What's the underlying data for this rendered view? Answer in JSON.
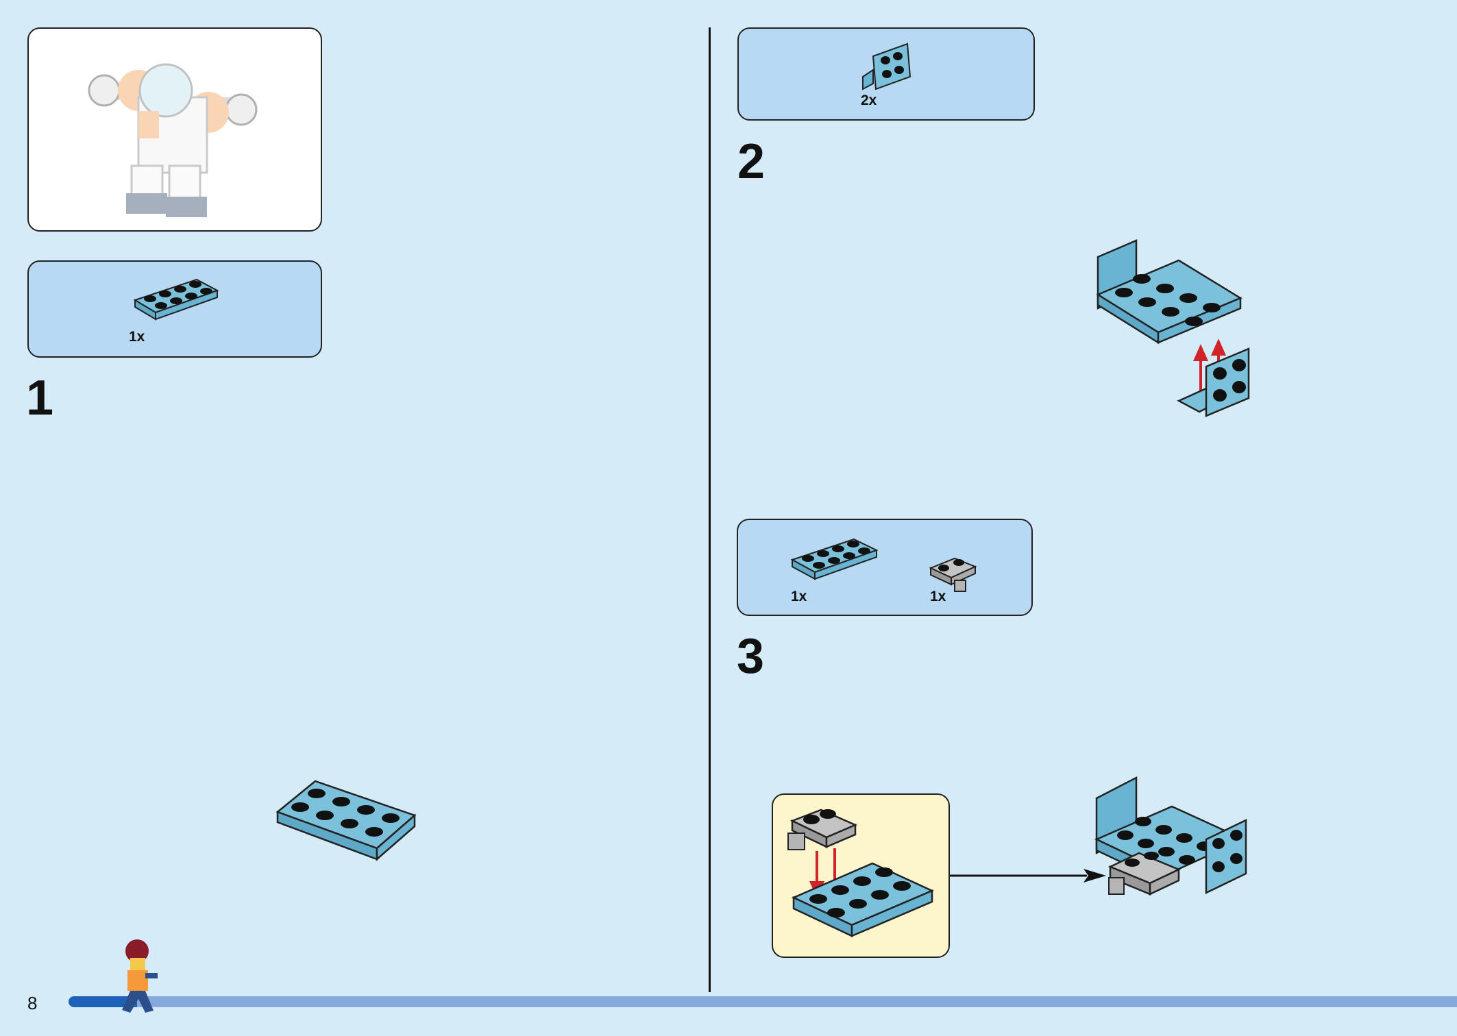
{
  "page_number": "8",
  "left": {
    "parts_box": {
      "qty": "1x"
    },
    "step_number": "1"
  },
  "right": {
    "step2": {
      "parts": [
        {
          "qty": "2x"
        }
      ],
      "step_number": "2"
    },
    "step3": {
      "parts": [
        {
          "qty": "1x"
        },
        {
          "qty": "1x"
        }
      ],
      "step_number": "3"
    }
  },
  "colors": {
    "background": "#d6ebf8",
    "parts_box": "#b8d9f4",
    "brick_blue": "#7cc1dc",
    "brick_grey": "#b5b5b5",
    "arrow_red": "#d2232a",
    "callout_bg": "#fdf5cc",
    "progress_fill": "#1d62b8",
    "progress_track": "#86a9dc"
  },
  "icons": {
    "preview": "finished-robot-model",
    "minifigure": "running-minifigure"
  }
}
